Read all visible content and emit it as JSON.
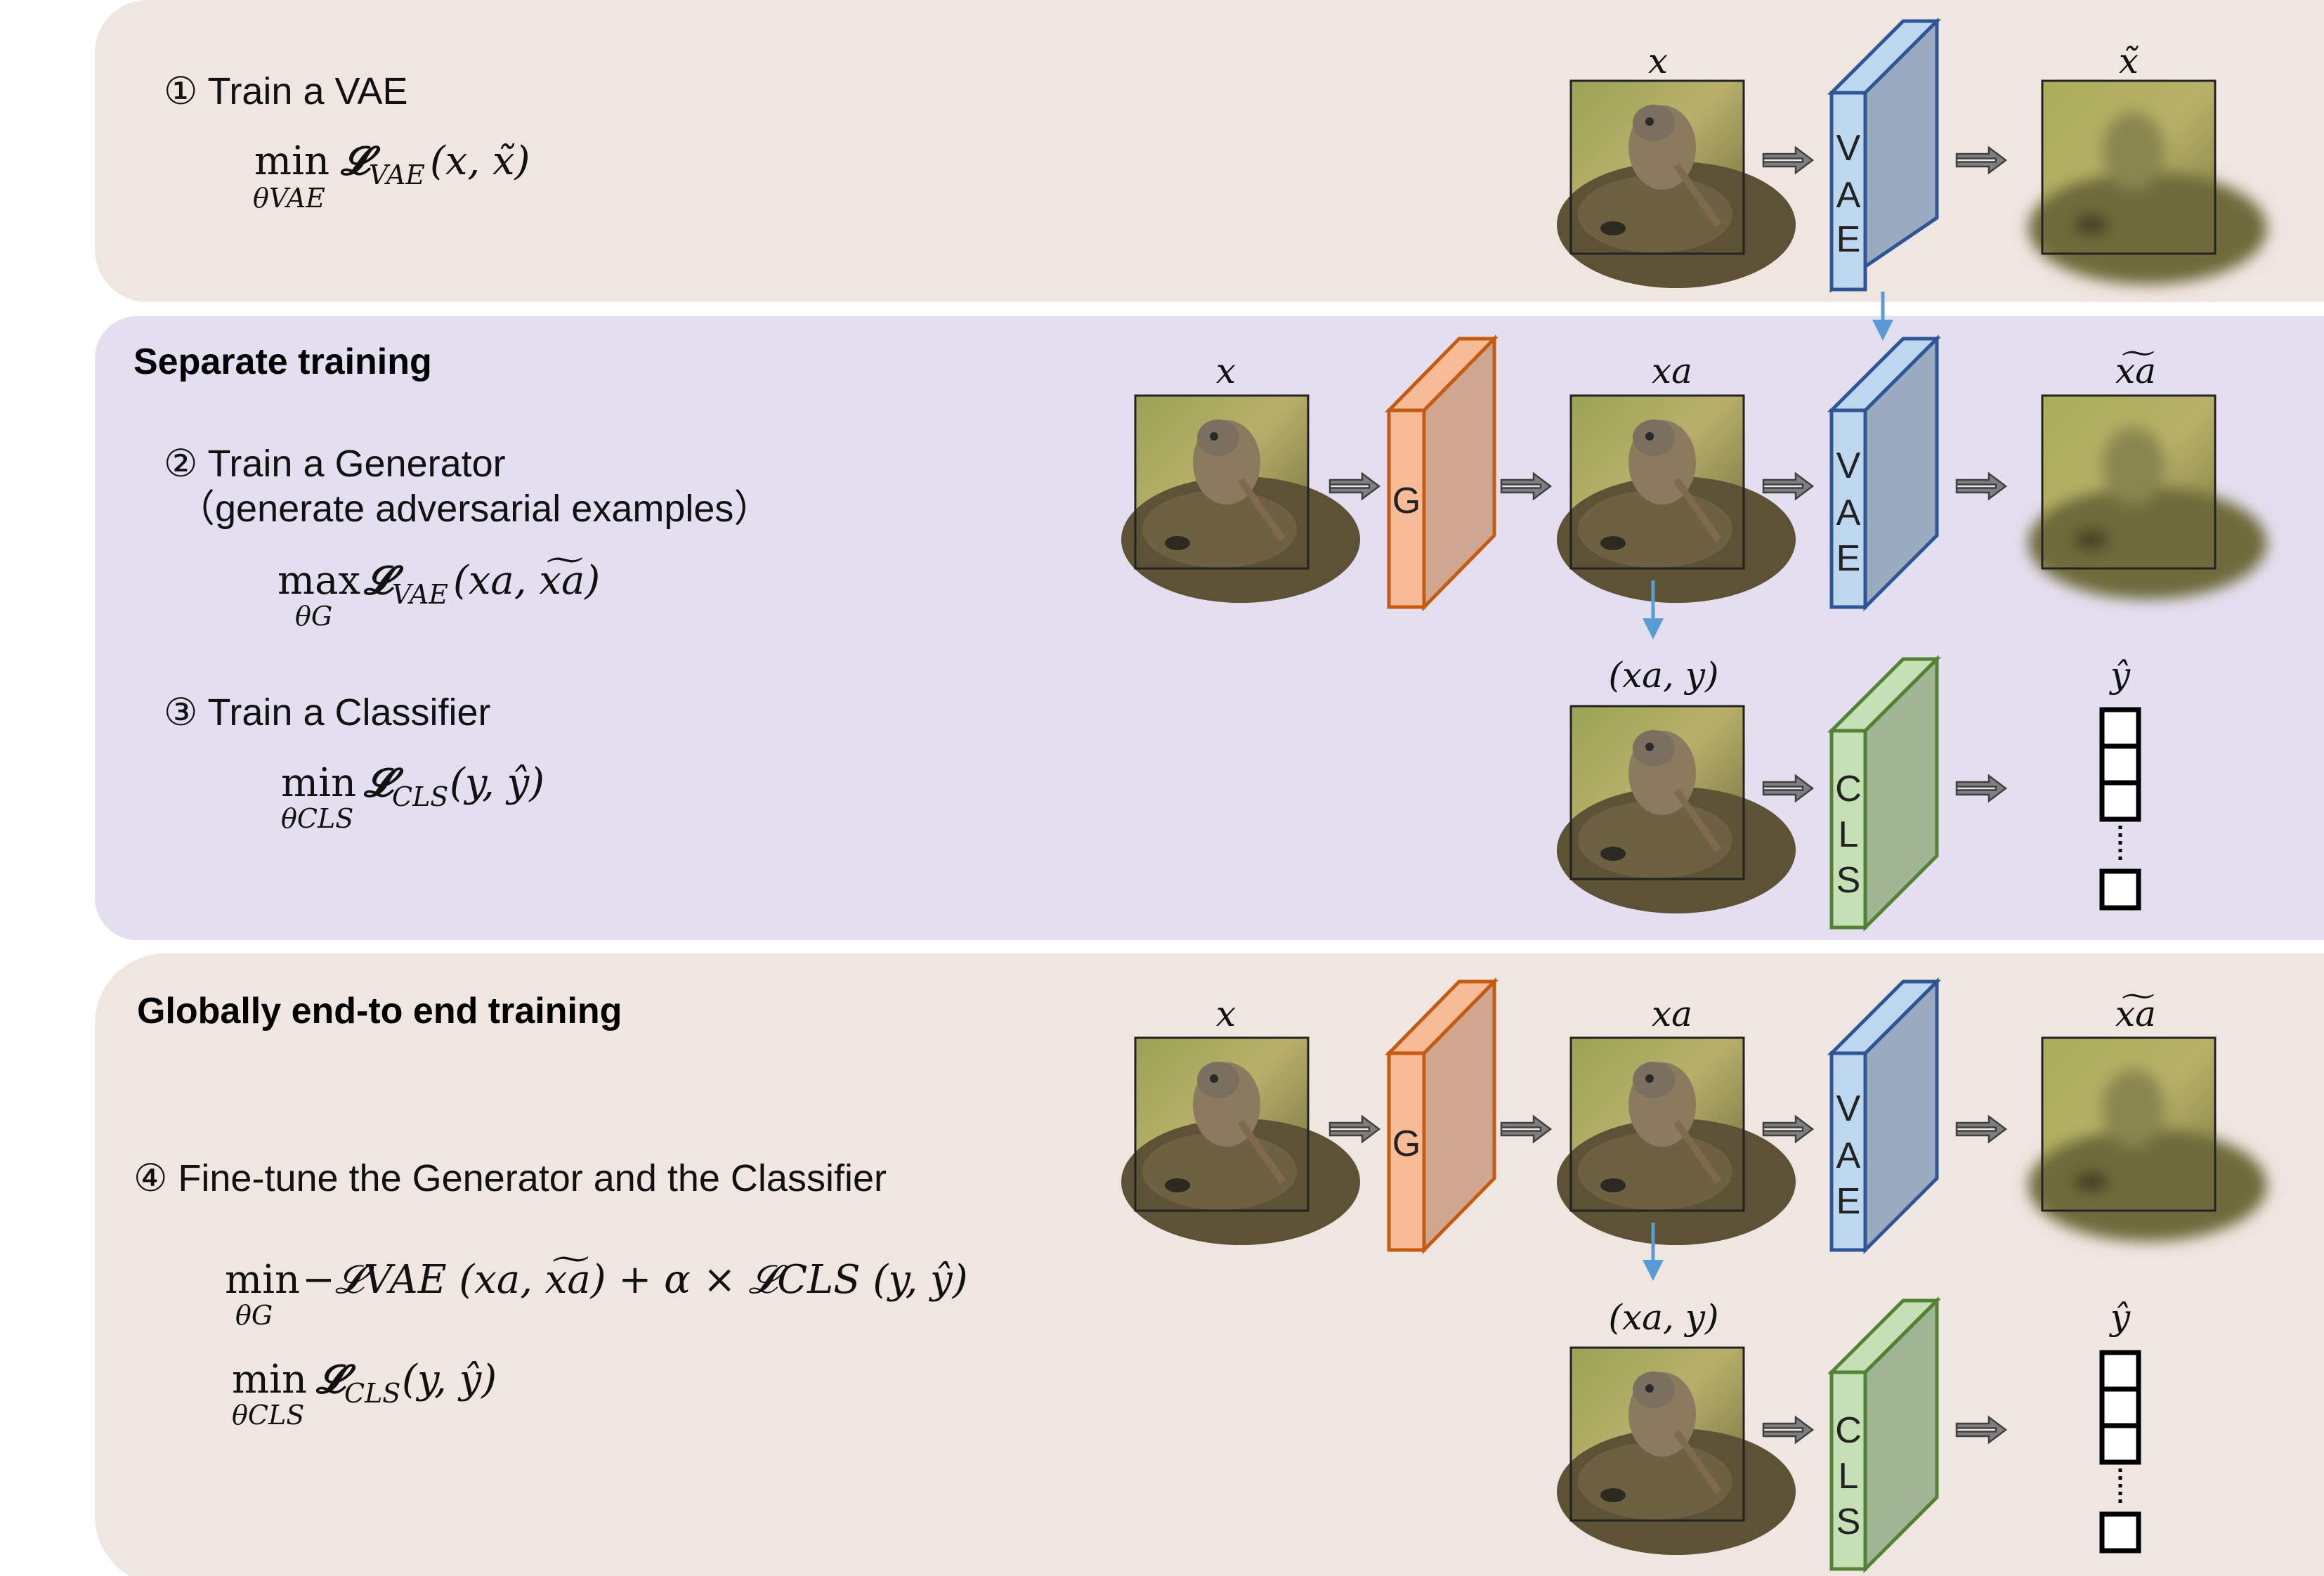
{
  "colors": {
    "panel_top": "#f0e6e1",
    "panel_mid": "#e4dff0",
    "panel_bot": "#f0e6e1",
    "vae_front": "#bdd7ee",
    "vae_side": "#9aabbf",
    "vae_edge": "#2f5597",
    "gen_front": "#f8bb97",
    "gen_side": "#cfa790",
    "gen_edge": "#c55a11",
    "cls_front": "#c5e0b4",
    "cls_side": "#9fb594",
    "cls_edge": "#538135",
    "link_arrow": "#5b9bd5"
  },
  "panel1": {
    "step": "① Train a VAE",
    "op": "min",
    "sub": "θVAE",
    "loss_L": "𝓛",
    "loss_sub": "VAE",
    "loss_args": "(x, x̃)"
  },
  "panel2": {
    "title": "Separate training",
    "step2": "② Train a Generator",
    "step2_note": "（generate adversarial examples）",
    "op2": "max",
    "sub2": "θG",
    "loss2_L": "𝓛",
    "loss2_sub": "VAE",
    "loss2_args": "(xa, x͠a)",
    "step3": "③ Train a Classifier",
    "op3": "min",
    "sub3": "θCLS",
    "loss3_L": "𝓛",
    "loss3_sub": "CLS",
    "loss3_args": "(y, ŷ)"
  },
  "panel3": {
    "title": "Globally end-to end training",
    "step4": "④ Fine-tune the Generator and the Classifier",
    "op4a": "min",
    "sub4a": "θG",
    "eq4a": "−𝓛VAE (xa, x͠a) + α × 𝓛CLS (y, ŷ)",
    "op4b": "min",
    "sub4b": "θCLS",
    "eq4b_L": "𝓛",
    "eq4b_sub": "CLS",
    "eq4b_args": "(y, ŷ)"
  },
  "labels": {
    "x": "x",
    "x_tilde": "x̃",
    "x_a": "xa",
    "x_a_tilde": "x͠a",
    "pair": "(xa, y)",
    "y_hat": "ŷ"
  },
  "blocks": {
    "vae": [
      "V",
      "A",
      "E"
    ],
    "gen": "G",
    "cls": [
      "C",
      "L",
      "S"
    ]
  }
}
